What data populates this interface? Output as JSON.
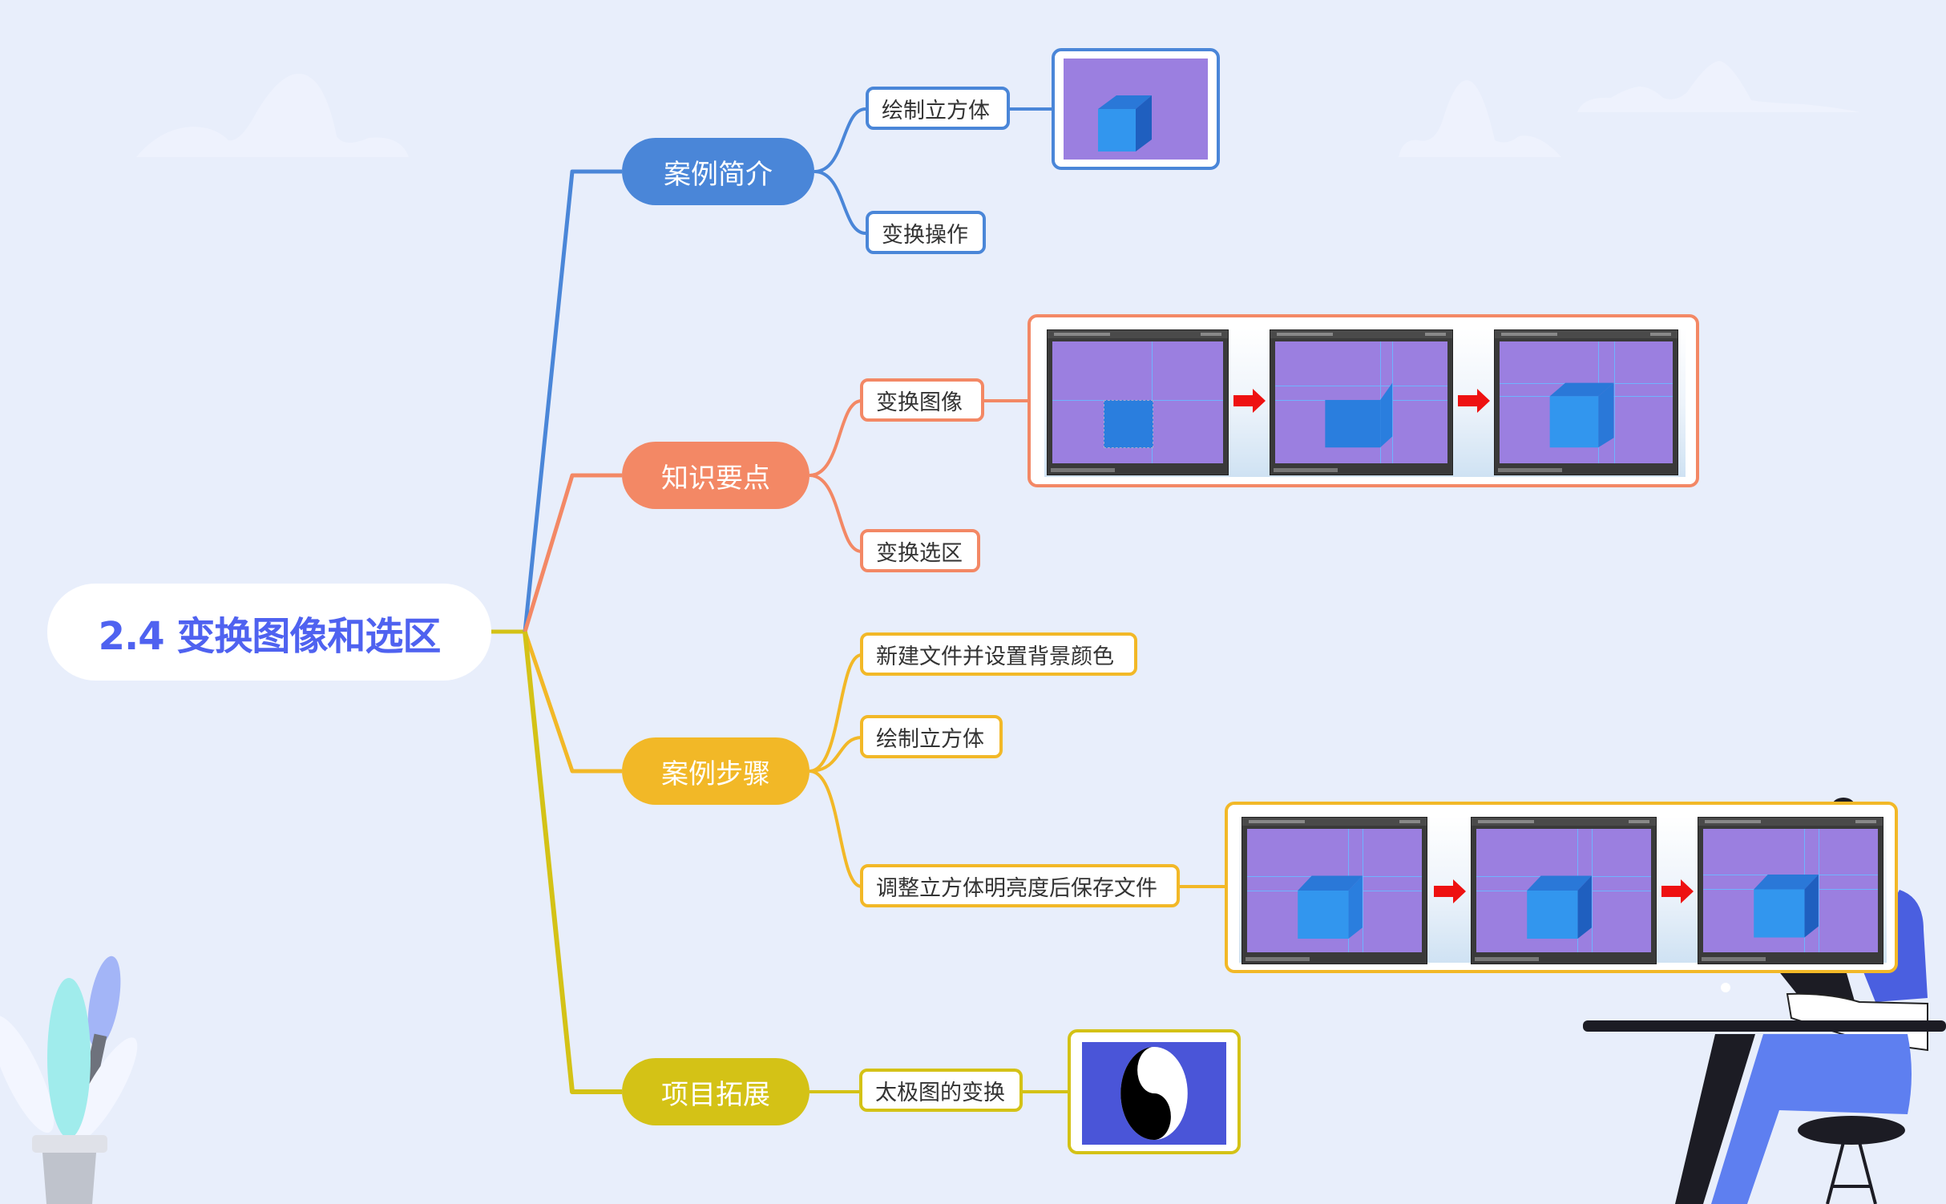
{
  "mindmap": {
    "root": {
      "label": "2.4 变换图像和选区",
      "color": "#4f62f0"
    },
    "branches": [
      {
        "label": "案例简介",
        "color": "#4a86d8",
        "children": [
          {
            "label": "绘制立方体",
            "image": "cube-preview"
          },
          {
            "label": "变换操作"
          }
        ]
      },
      {
        "label": "知识要点",
        "color": "#f38865",
        "children": [
          {
            "label": "变换图像",
            "image": "transform-sequence-3-steps"
          },
          {
            "label": "变换选区"
          }
        ]
      },
      {
        "label": "案例步骤",
        "color": "#f2b827",
        "children": [
          {
            "label": "新建文件并设置背景颜色"
          },
          {
            "label": "绘制立方体"
          },
          {
            "label": "调整立方体明亮度后保存文件",
            "image": "brightness-sequence-3-steps"
          }
        ]
      },
      {
        "label": "项目拓展",
        "color": "#d4c216",
        "children": [
          {
            "label": "太极图的变换",
            "image": "yin-yang-preview"
          }
        ]
      }
    ]
  },
  "colors": {
    "background": "#e8eefb",
    "canvas_purple": "#9b7fe0",
    "cube_front": "#3296ee",
    "cube_top": "#2a78d8",
    "cube_side": "#1f5fbf",
    "arrow_red": "#ee1111",
    "yinyang_bg": "#4a55d8"
  }
}
